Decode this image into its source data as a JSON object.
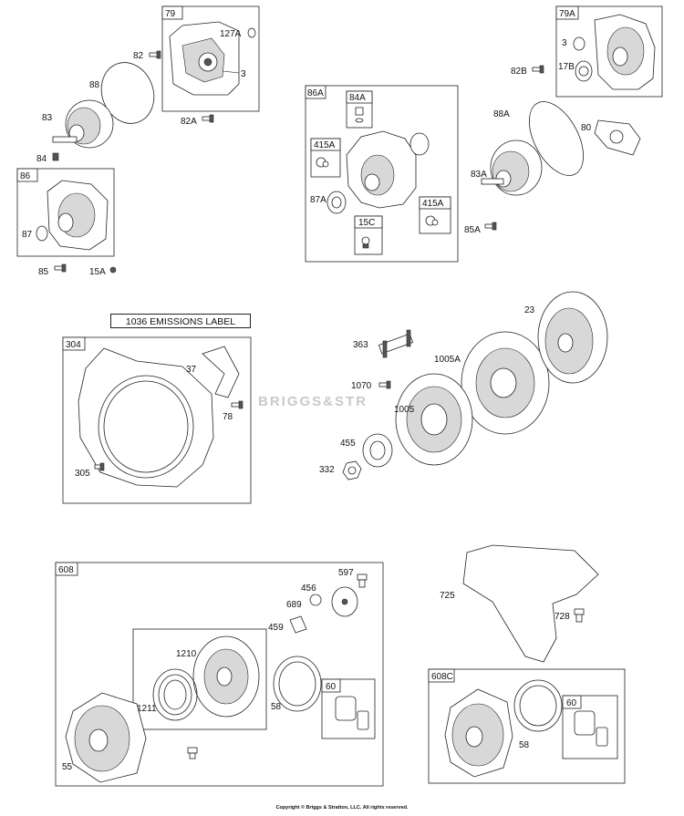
{
  "emissions_label": "1036 EMISSIONS LABEL",
  "copyright": "Copyright © Briggs & Stratton, LLC. All rights reserved.",
  "watermark": "BRIGGS&STR",
  "boxes": {
    "b79": "79",
    "b79A": "79A",
    "b86": "86",
    "b86A": "86A",
    "b84A": "84A",
    "b415A_1": "415A",
    "b415A_2": "415A",
    "b15C": "15C",
    "b304": "304",
    "b608": "608",
    "b60_1": "60",
    "b608C": "608C",
    "b60_2": "60"
  },
  "callouts": {
    "c127A": "127A",
    "c3a": "3",
    "c82": "82",
    "c82A": "82A",
    "c88": "88",
    "c83": "83",
    "c84": "84",
    "c87": "87",
    "c85": "85",
    "c15A": "15A",
    "c3b": "3",
    "c17B": "17B",
    "c82B": "82B",
    "c88A": "88A",
    "c80": "80",
    "c83A": "83A",
    "c85A": "85A",
    "c87A": "87A",
    "c37": "37",
    "c78": "78",
    "c305": "305",
    "c363": "363",
    "c1005A": "1005A",
    "c23": "23",
    "c1070": "1070",
    "c1005": "1005",
    "c455": "455",
    "c332": "332",
    "c597": "597",
    "c456": "456",
    "c689": "689",
    "c459": "459",
    "c1210": "1210",
    "c1211": "1211",
    "c58a": "58",
    "c55": "55",
    "c725": "725",
    "c728": "728",
    "c58b": "58"
  }
}
